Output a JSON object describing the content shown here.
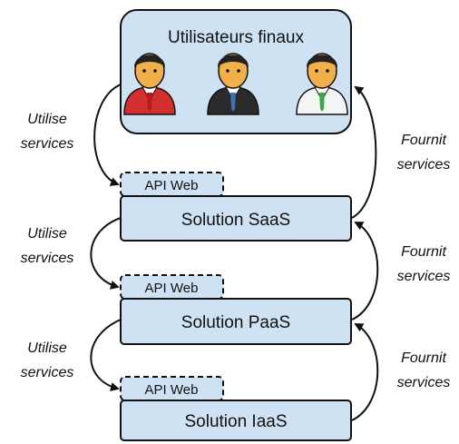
{
  "users_box": {
    "title": "Utilisateurs finaux",
    "users": [
      {
        "tie": "red",
        "shirt": "#d32f2f"
      },
      {
        "tie": "blue",
        "shirt": "#3f6fb5"
      },
      {
        "tie": "green",
        "shirt": "#3aa84a"
      }
    ]
  },
  "layers": [
    {
      "solution": "Solution SaaS",
      "api": "API Web"
    },
    {
      "solution": "Solution PaaS",
      "api": "API Web"
    },
    {
      "solution": "Solution IaaS",
      "api": "API Web"
    }
  ],
  "uses": {
    "line1": "Utilise",
    "line2": "services"
  },
  "provides": {
    "line1": "Fournit",
    "line2": "services"
  },
  "colors": {
    "box_fill": "#cfe2f3",
    "stroke": "#111111"
  }
}
